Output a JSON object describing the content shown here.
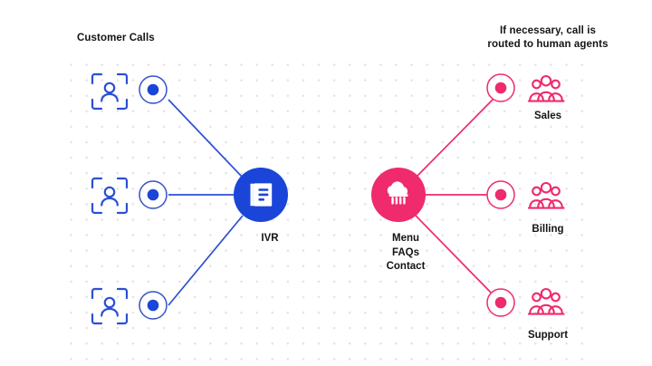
{
  "diagram": {
    "title_left": "Customer Calls",
    "title_right": "If necessary, call is\nrouted to human agents",
    "colors": {
      "blue": "#1a45d8",
      "pink": "#ef2a6d",
      "text": "#141414",
      "dot_grid": "#e2e2e8",
      "background": "#ffffff"
    },
    "left_nodes": [
      {
        "name": "customer-call-1",
        "icon": "person-scan-icon",
        "connector": "ring-dot-icon"
      },
      {
        "name": "customer-call-2",
        "icon": "person-scan-icon",
        "connector": "ring-dot-icon"
      },
      {
        "name": "customer-call-3",
        "icon": "person-scan-icon",
        "connector": "ring-dot-icon"
      }
    ],
    "hubs": [
      {
        "id": "ivr",
        "label": "IVR",
        "icon": "book-document-icon",
        "color": "#1a45d8"
      },
      {
        "id": "menu",
        "label": "Menu\nFAQs\nContact",
        "icon": "cloud-distribution-icon",
        "color": "#ef2a6d"
      }
    ],
    "right_nodes": [
      {
        "id": "sales",
        "label": "Sales",
        "icon": "people-group-icon",
        "connector": "ring-dot-icon"
      },
      {
        "id": "billing",
        "label": "Billing",
        "icon": "people-group-icon",
        "connector": "ring-dot-icon"
      },
      {
        "id": "support",
        "label": "Support",
        "icon": "people-group-icon",
        "connector": "ring-dot-icon"
      }
    ]
  }
}
